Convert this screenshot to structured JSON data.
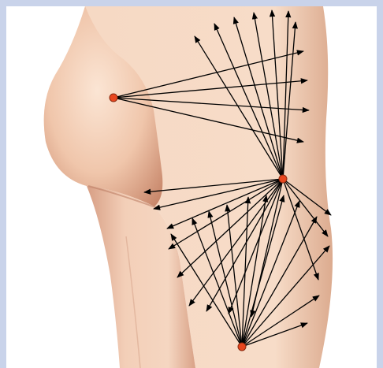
{
  "colors": {
    "frame": "#c9d3ea",
    "background": "#ffffff",
    "skin_light": "#f8ddc9",
    "skin_mid": "#ecc1a6",
    "skin_dark": "#cf957a",
    "arrow": "#000000",
    "point": "#e8461e"
  },
  "illustration": {
    "subject": "buttock-and-thigh",
    "points": [
      {
        "id": "upper-buttock-point",
        "fans": "rightward"
      },
      {
        "id": "hip-point",
        "fans": "upward-and-downward"
      },
      {
        "id": "lower-thigh-point",
        "fans": "upward"
      }
    ]
  }
}
